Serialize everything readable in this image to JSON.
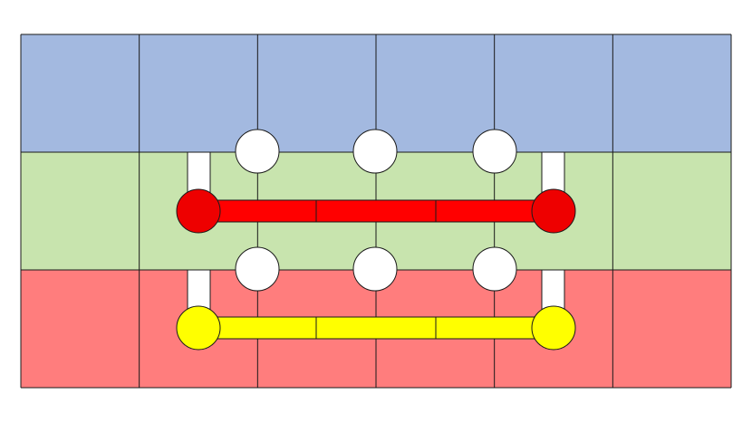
{
  "diagram": {
    "grid": {
      "columns": 6,
      "rows": [
        {
          "band": "top",
          "color": "#a3b9e0"
        },
        {
          "band": "middle",
          "color": "#c8e4ae"
        },
        {
          "band": "bottom",
          "color": "#ff7d7d"
        }
      ],
      "line_color": "#1a1a1a"
    },
    "connector_color": "#ffffff",
    "connector_stroke": "#1a1a1a",
    "node_rows": [
      {
        "name": "upper-node-row",
        "count": 3,
        "color": "#ffffff"
      },
      {
        "name": "lower-node-row",
        "count": 3,
        "color": "#ffffff"
      }
    ],
    "bars": [
      {
        "name": "red-bar",
        "color": "#ff0000",
        "end_color": "#ee0000",
        "segments": 3
      },
      {
        "name": "yellow-bar",
        "color": "#ffff00",
        "end_color": "#ffff00",
        "segments": 3
      }
    ]
  }
}
